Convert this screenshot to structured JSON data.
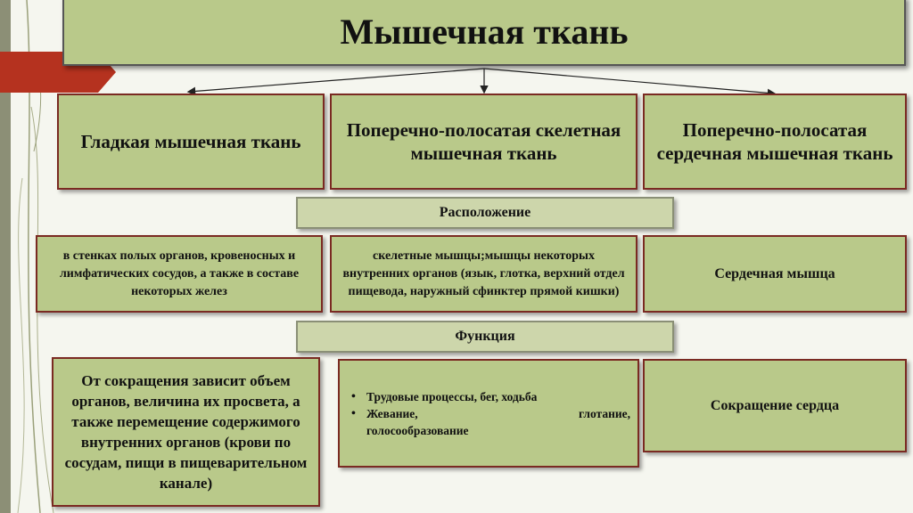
{
  "title": "Мышечная ткань",
  "types": [
    "Гладкая мышечная ткань",
    "Поперечно-полосатая скелетная мышечная ткань",
    "Поперечно-полосатая сердечная мышечная ткань"
  ],
  "location": {
    "label": "Расположение",
    "cells": [
      "в стенках полых органов, кровеносных и лимфатических сосудов, а также в составе некоторых желез",
      "скелетные мышцы;мышцы некоторых внутренних органов (язык, глотка, верхний отдел пищевода, наружный сфинктер прямой кишки)",
      "Сердечная мышца"
    ]
  },
  "function": {
    "label": "Функция",
    "smooth": "От сокращения зависит объем органов, величина их просвета, а также перемещение содержимого внутренних органов (крови по сосудам, пищи в пищеварительном канале)",
    "skeletal_bullets": [
      "Трудовые процессы, бег, ходьба",
      "Жевание, глотание, голосообразование"
    ],
    "skeletal_bullet2_parts": [
      "Жевание,",
      "глотание,",
      "голосообразование"
    ],
    "cardiac": "Сокращение сердца"
  },
  "colors": {
    "box_fill": "#b9c98a",
    "box_border": "#7a2a22",
    "label_fill": "#cdd6ab",
    "accent": "#b5321f"
  }
}
